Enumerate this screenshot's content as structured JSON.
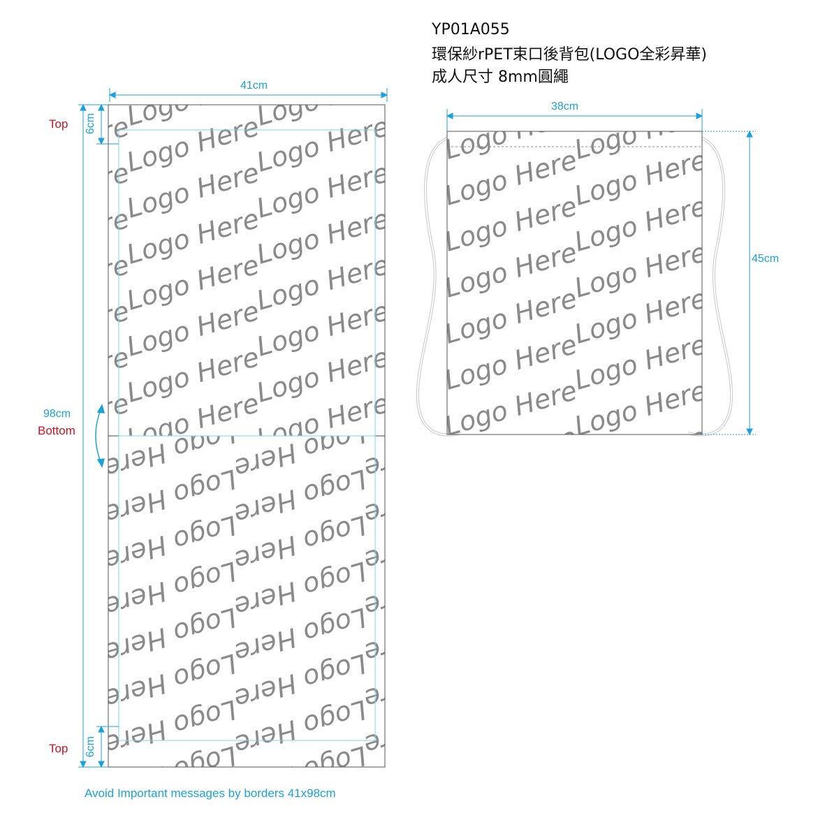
{
  "header": {
    "code": "YP01A055",
    "name": "環保紗rPET束口後背包(LOGO全彩昇華)",
    "size_desc": "成人尺寸 8mm圓繩"
  },
  "flat_template": {
    "width_label": "41cm",
    "height_label": "98cm",
    "top_label": "Top",
    "bottom_label": "Bottom",
    "margin_label_top": "6cm",
    "margin_label_bottom": "6cm",
    "pattern_text": "Logo Here",
    "note": "Avoid Important messages by borders 41x98cm"
  },
  "bag_preview": {
    "width_label": "38cm",
    "height_label": "45cm",
    "pattern_text": "Logo Here"
  },
  "colors": {
    "dimension": "#1ba1dc",
    "label_red": "#d4101f",
    "pattern_gray": "#8a8a8a",
    "outline": "#555555"
  }
}
